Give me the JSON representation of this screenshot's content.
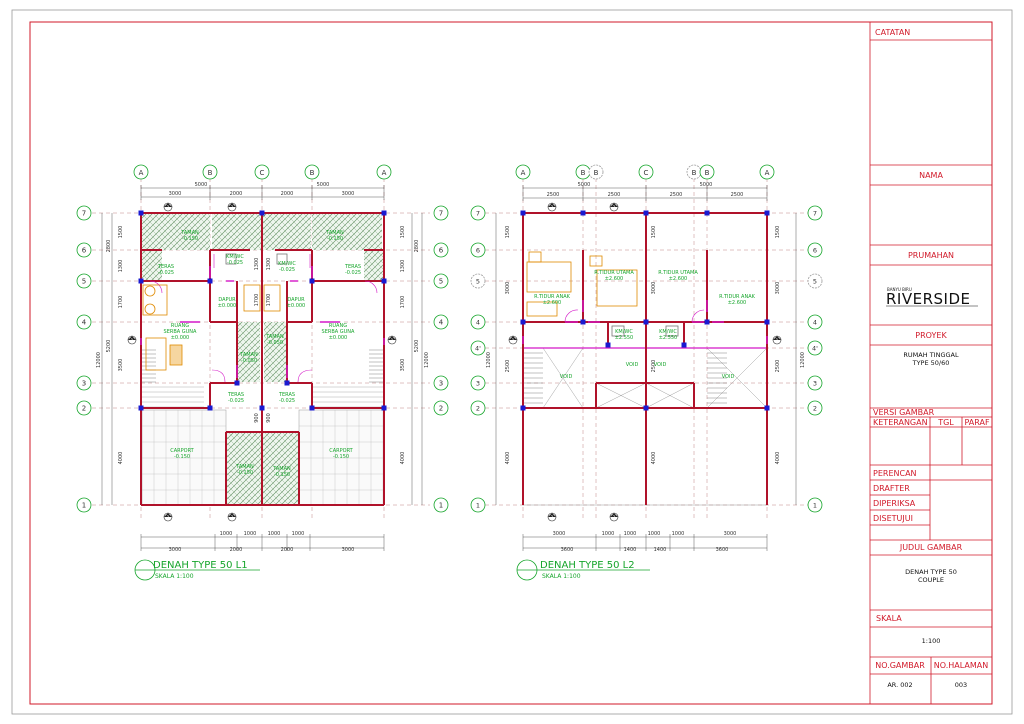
{
  "title_block": {
    "catatan": "CATATAN",
    "nama": "NAMA",
    "prumahan": "PRUMAHAN",
    "logo_top": "BANYU BIRU",
    "logo_main": "RIVERSIDE",
    "proyek": "PROYEK",
    "proyek_line1": "RUMAH TINGGAL",
    "proyek_line2": "TYPE 50/60",
    "versi_gambar": "VERSI GAMBAR",
    "keterangan": "KETERANGAN",
    "tgl": "TGL",
    "paraf": "PARAF",
    "perencana": "PERENCAN",
    "drafter": "DRAFTER",
    "diperiksa": "DIPERIKSA",
    "disetujui": "DISETUJUI",
    "judul_gambar": "JUDUL GAMBAR",
    "judul_line1": "DENAH TYPE 50",
    "judul_line2": "COUPLE",
    "skala": "SKALA",
    "skala_val": "1:100",
    "no_gambar": "NO.GAMBAR",
    "no_halaman": "NO.HALAMAN",
    "no_gambar_val": "AR. 002",
    "no_halaman_val": "003"
  },
  "plan1": {
    "title": "DENAH  TYPE  50  L1",
    "scale": "SKALA 1:100",
    "grid_cols": [
      "A",
      "B",
      "C",
      "B",
      "A"
    ],
    "grid_rows": [
      "7",
      "6",
      "5",
      "4",
      "3",
      "2",
      "1"
    ],
    "dims_top_total": [
      "5000",
      "5000"
    ],
    "dims_top": [
      "3000",
      "2000",
      "2000",
      "3000"
    ],
    "dims_bottom": [
      "1000",
      "1000",
      "1000",
      "1000"
    ],
    "dims_bottom_total": [
      "3000",
      "2000",
      "2000",
      "3000"
    ],
    "dims_side": [
      "1500",
      "1300",
      "1700",
      "3500",
      "4000"
    ],
    "dims_side_b": [
      "2800",
      "5200"
    ],
    "dims_total": "12000",
    "dims_mid": [
      "1300",
      "1700",
      "900"
    ],
    "rooms": [
      {
        "name": "TAMAN",
        "level": "-0.150"
      },
      {
        "name": "KM/WC",
        "level": "-0.025"
      },
      {
        "name": "TAMAN",
        "level": "-0.150"
      },
      {
        "name": "TERAS",
        "level": "-0.025"
      },
      {
        "name": "KM/WC",
        "level": "-0.025"
      },
      {
        "name": "TERAS",
        "level": "-0.025"
      },
      {
        "name": "DAPUR",
        "level": "±0.000"
      },
      {
        "name": "DAPUR",
        "level": "±0.000"
      },
      {
        "name": "RUANG SERBA GUNA",
        "level": "±0.000"
      },
      {
        "name": "RUANG SERBA GUNA",
        "level": "±0.000"
      },
      {
        "name": "TAMAN",
        "level": "-0.050"
      },
      {
        "name": "TAMAN",
        "level": "-0.050"
      },
      {
        "name": "TERAS",
        "level": "-0.025"
      },
      {
        "name": "TERAS",
        "level": "-0.025"
      },
      {
        "name": "CARPORT",
        "level": "-0.150"
      },
      {
        "name": "CARPORT",
        "level": "-0.150"
      },
      {
        "name": "TAMAN",
        "level": "-0.150"
      },
      {
        "name": "TAMAN",
        "level": "-0.150"
      }
    ]
  },
  "plan2": {
    "title": "DENAH  TYPE  50  L2",
    "scale": "SKALA 1:100",
    "grid_cols": [
      "A",
      "B",
      "B",
      "C",
      "B",
      "B",
      "A"
    ],
    "grid_rows": [
      "7",
      "6",
      "5",
      "4",
      "4'",
      "3",
      "2",
      "1"
    ],
    "dims_top_total": [
      "5000",
      "5000"
    ],
    "dims_top": [
      "2500",
      "2500",
      "2500",
      "2500"
    ],
    "dims_bottom": [
      "3000",
      "1000",
      "1000",
      "1000",
      "1000",
      "3000"
    ],
    "dims_bottom_total": [
      "3600",
      "1400",
      "1400",
      "3600"
    ],
    "dims_side": [
      "1500",
      "3000",
      "2500",
      "4000"
    ],
    "dims_total": "12000",
    "rooms": [
      {
        "name": "R.TIDUR ANAK",
        "level": "±2.600"
      },
      {
        "name": "R.TIDUR UTAMA",
        "level": "±2.600"
      },
      {
        "name": "R.TIDUR UTAMA",
        "level": "±2.600"
      },
      {
        "name": "R.TIDUR ANAK",
        "level": "±2.600"
      },
      {
        "name": "KM/WC",
        "level": "±2.550"
      },
      {
        "name": "KM/WC",
        "level": "±2.550"
      },
      {
        "name": "VOID",
        "level": ""
      },
      {
        "name": "VOID",
        "level": ""
      },
      {
        "name": "VOID",
        "level": ""
      },
      {
        "name": "VOID",
        "level": ""
      }
    ]
  },
  "colors": {
    "frame": "#d11a2a",
    "wall": "#b0122a",
    "text": "#16a52b",
    "dim": "#333333",
    "grid": "#b06868",
    "column": "#1a1ad0",
    "door": "#d418c8",
    "furniture": "#e08a00",
    "hatch": "#5a8a5a"
  }
}
